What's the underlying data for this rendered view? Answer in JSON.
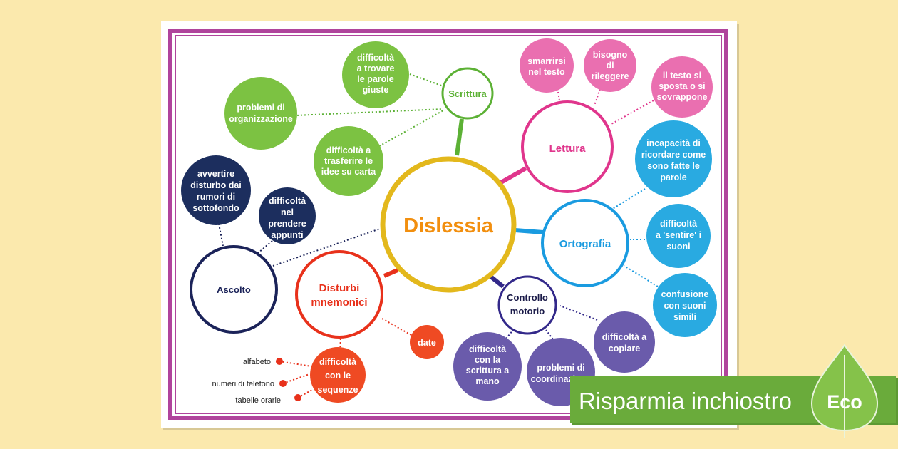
{
  "center": {
    "label": "Dislessia"
  },
  "branches": {
    "scrittura": {
      "label": "Scrittura",
      "color": "#5cb135"
    },
    "lettura": {
      "label": "Lettura",
      "color": "#e0358c"
    },
    "ortografia": {
      "label": "Ortografia",
      "color": "#1a9be0"
    },
    "controllo_motorio": {
      "label_lines": [
        "Controllo",
        "motorio"
      ],
      "color": "#33298a"
    },
    "disturbi_mnemonici": {
      "label_lines": [
        "Disturbi",
        "mnemonici"
      ],
      "color": "#e8311b"
    },
    "ascolto": {
      "label": "Ascolto",
      "color": "#1b2359"
    }
  },
  "leaves": {
    "scrittura_1": [
      "difficoltà",
      "a trovare",
      "le parole",
      "giuste"
    ],
    "scrittura_2": [
      "problemi di",
      "organizzazione"
    ],
    "scrittura_3": [
      "difficoltà a",
      "trasferire le",
      "idee su carta"
    ],
    "lettura_1": [
      "smarrirsi",
      "nel testo"
    ],
    "lettura_2": [
      "bisogno",
      "di",
      "rileggere"
    ],
    "lettura_3": [
      "il testo si",
      "sposta o si",
      "sovrappone"
    ],
    "ortografia_1": [
      "incapacità di",
      "ricordare come",
      "sono fatte le",
      "parole"
    ],
    "ortografia_2": [
      "difficoltà",
      "a 'sentire' i",
      "suoni"
    ],
    "ortografia_3": [
      "confusione",
      "con suoni",
      "simili"
    ],
    "motorio_1": [
      "difficoltà a",
      "copiare"
    ],
    "motorio_2": [
      "problemi di",
      "coordinazione"
    ],
    "motorio_3": [
      "difficoltà",
      "con la",
      "scrittura a",
      "mano"
    ],
    "mnemonici_1": [
      "date"
    ],
    "mnemonici_2": [
      "difficoltà",
      "con le",
      "sequenze"
    ],
    "ascolto_1": [
      "avvertire",
      "disturbo dai",
      "rumori di",
      "sottofondo"
    ],
    "ascolto_2": [
      "difficoltà",
      "nel",
      "prendere",
      "appunti"
    ]
  },
  "sequence_examples": [
    "alfabeto",
    "numeri di telefono",
    "tabelle orarie"
  ],
  "eco_banner": {
    "text": "Risparmia inchiostro",
    "badge": "Eco"
  },
  "colors": {
    "background": "#fbe9ad",
    "frame": "#b0449c",
    "center": "#e3b81c",
    "center_text": "#f28f0f",
    "scrittura_fill": "#7cc242",
    "lettura_fill": "#ea6fb0",
    "ortografia_fill": "#29aae1",
    "motorio_fill": "#6a5bab",
    "mnemonici_fill": "#ef4a23",
    "ascolto_fill": "#1c2e5e",
    "eco_green": "#6aab3b"
  }
}
